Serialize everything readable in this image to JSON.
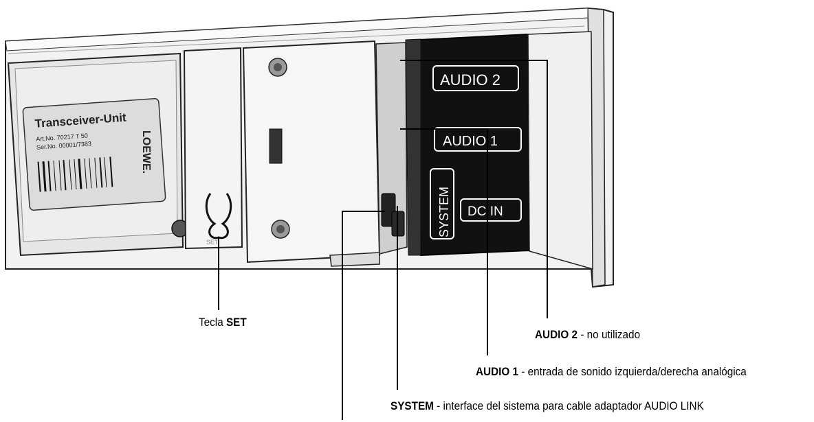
{
  "sticker": {
    "title": "Transceiver-Unit",
    "art_no": "Art.No. 70217 T 50",
    "ser_no": "Ser.No. 00001/7383",
    "brand": "LOEWE."
  },
  "set_key_text": "SET",
  "ports": {
    "audio2": "AUDIO 2",
    "audio1": "AUDIO 1",
    "system": "SYSTEM",
    "dcin": "DC IN"
  },
  "callouts": {
    "set": {
      "prefix": "Tecla ",
      "strong": "SET",
      "rest": ""
    },
    "audio2": {
      "prefix": "",
      "strong": "AUDIO 2",
      "rest": " - no utilizado"
    },
    "audio1": {
      "prefix": "",
      "strong": "AUDIO 1",
      "rest": " - entrada de sonido izquierda/derecha analógica"
    },
    "system": {
      "prefix": "",
      "strong": "SYSTEM",
      "rest": " - interface del sistema para cable adaptador AUDIO LINK"
    }
  }
}
